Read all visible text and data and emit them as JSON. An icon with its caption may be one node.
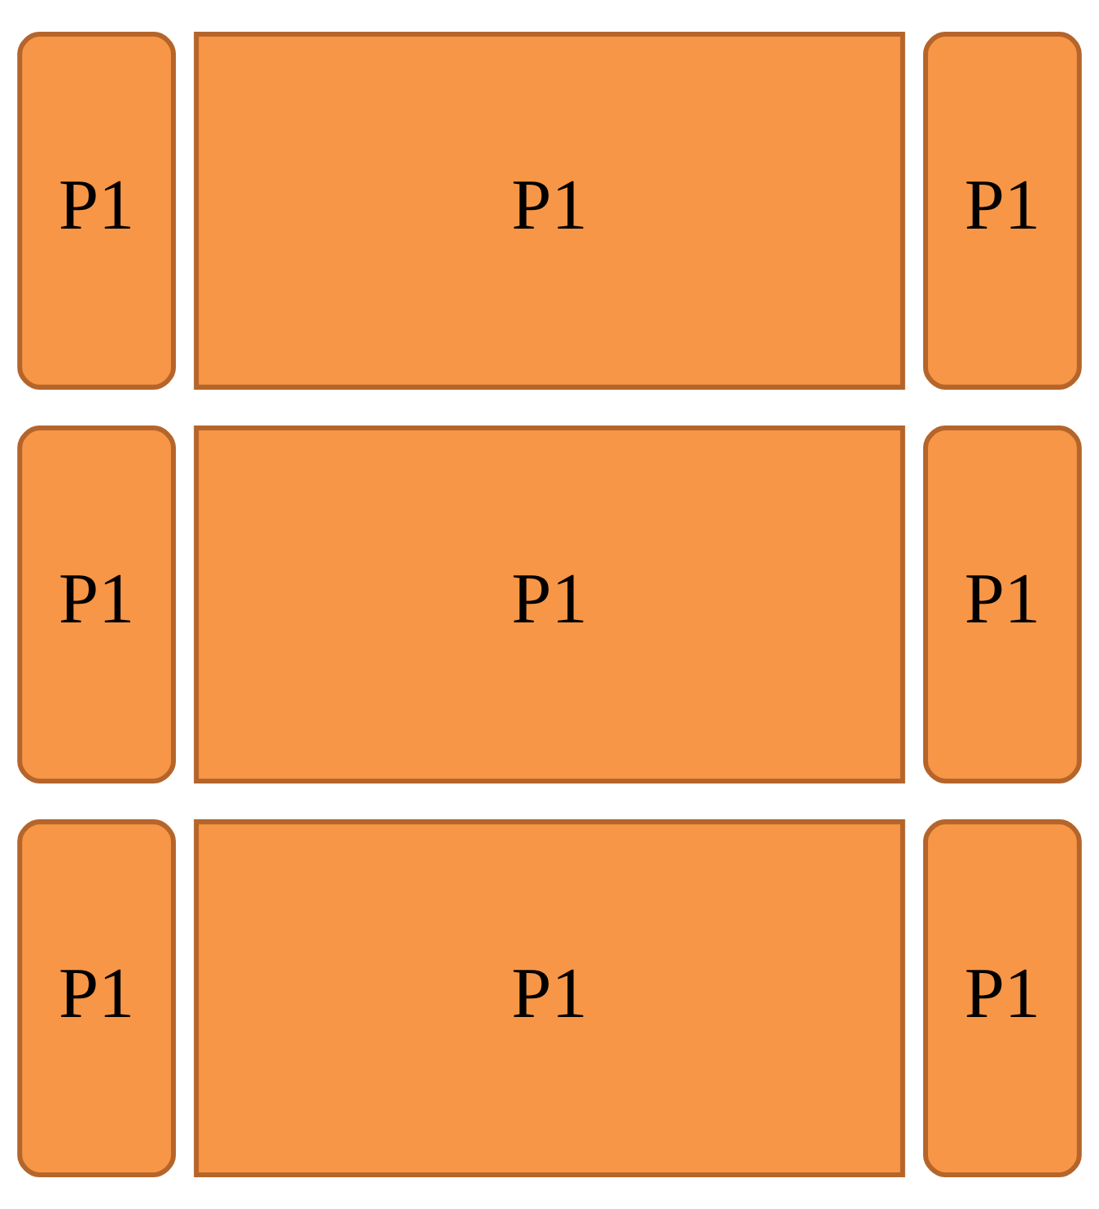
{
  "diagram": {
    "nodes": [
      {
        "text": [
          "P1"
        ]
      },
      {
        "text": [
          "P1"
        ]
      },
      {
        "text": [
          "P1"
        ]
      },
      {
        "text": [
          "P1"
        ]
      },
      {
        "text": [
          "P1"
        ]
      },
      {
        "text": [
          "P1"
        ]
      },
      {
        "text": [
          "P1"
        ]
      },
      {
        "text": [
          "P1"
        ]
      },
      {
        "text": [
          "P1"
        ]
      }
    ]
  }
}
